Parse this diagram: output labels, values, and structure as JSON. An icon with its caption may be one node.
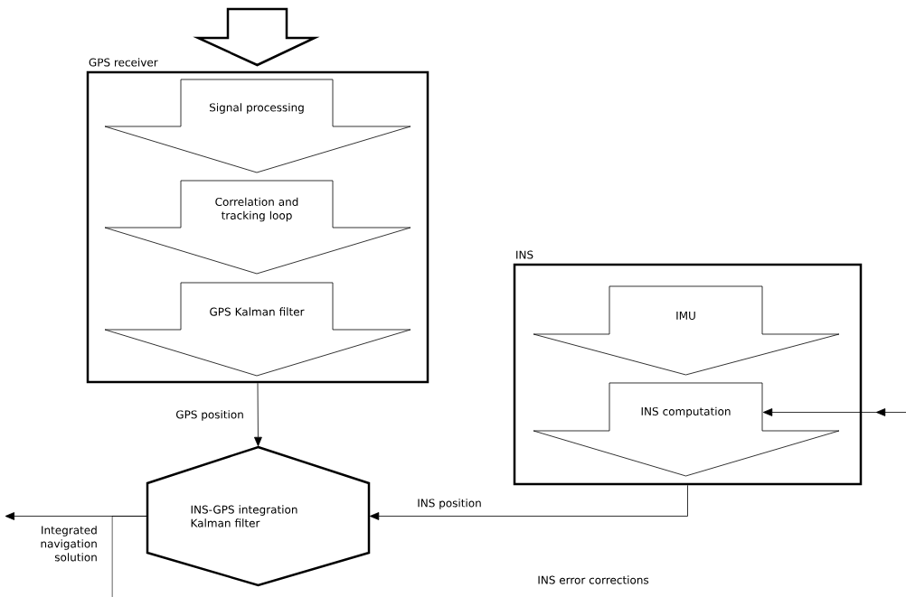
{
  "diagram": {
    "nodes": [
      {
        "text": [
          "GPS receiver"
        ]
      },
      {
        "text": [
          "Signal processing"
        ],
        "in": 0
      },
      {
        "text": [
          "Correlation and tracking loop"
        ],
        "in": 0
      },
      {
        "text": [
          "GPS Kalman filter"
        ],
        "in": 0
      },
      {
        "text": [
          "INS"
        ]
      },
      {
        "text": [
          "IMU"
        ],
        "in": 4
      },
      {
        "text": [
          "INS computation"
        ],
        "in": 4
      },
      {
        "text": [
          "INS-GPS integration Kalman filter"
        ]
      },
      {
        "text": [],
        "shape": "arrow"
      }
    ],
    "edges": [
      {
        "from": 0,
        "to": 7,
        "arrow": "to",
        "label": "GPS position"
      },
      {
        "from": 4,
        "to": 7,
        "arrow": "to",
        "label": "INS position"
      },
      {
        "from": null,
        "to": 6,
        "arrow": "to"
      },
      {
        "from": 7,
        "to": null,
        "arrow": "to",
        "label": "Integrated navigation solution"
      },
      {
        "from": 7,
        "to": null,
        "arrow": "none"
      }
    ],
    "labels": [
      "INS error corrections"
    ]
  }
}
